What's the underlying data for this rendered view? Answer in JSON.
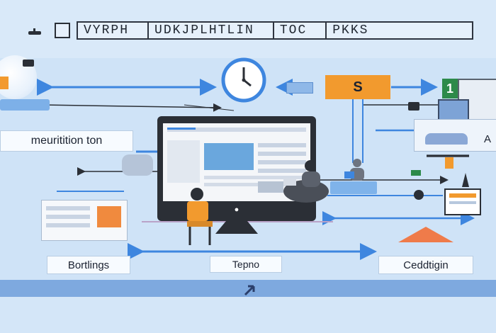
{
  "header": {
    "title_segments": [
      "VYRPH",
      "UDKJPLHTLIN",
      "TOC",
      "PKKS"
    ]
  },
  "center_screen": {
    "power_symbol": "●"
  },
  "badges": {
    "orange_badge": "S",
    "green_badge": "1"
  },
  "labels": {
    "left_label": "meuritition ton",
    "bottom_left_label": "Bortlings",
    "bottom_center_label": "Tepno",
    "bottom_right_label": "Ceddtigin",
    "right_edge_label": "A"
  },
  "colors": {
    "arrow_blue": "#3e86df",
    "orange": "#f29a2e",
    "green": "#2d8a4a",
    "dark": "#2b2f36"
  }
}
